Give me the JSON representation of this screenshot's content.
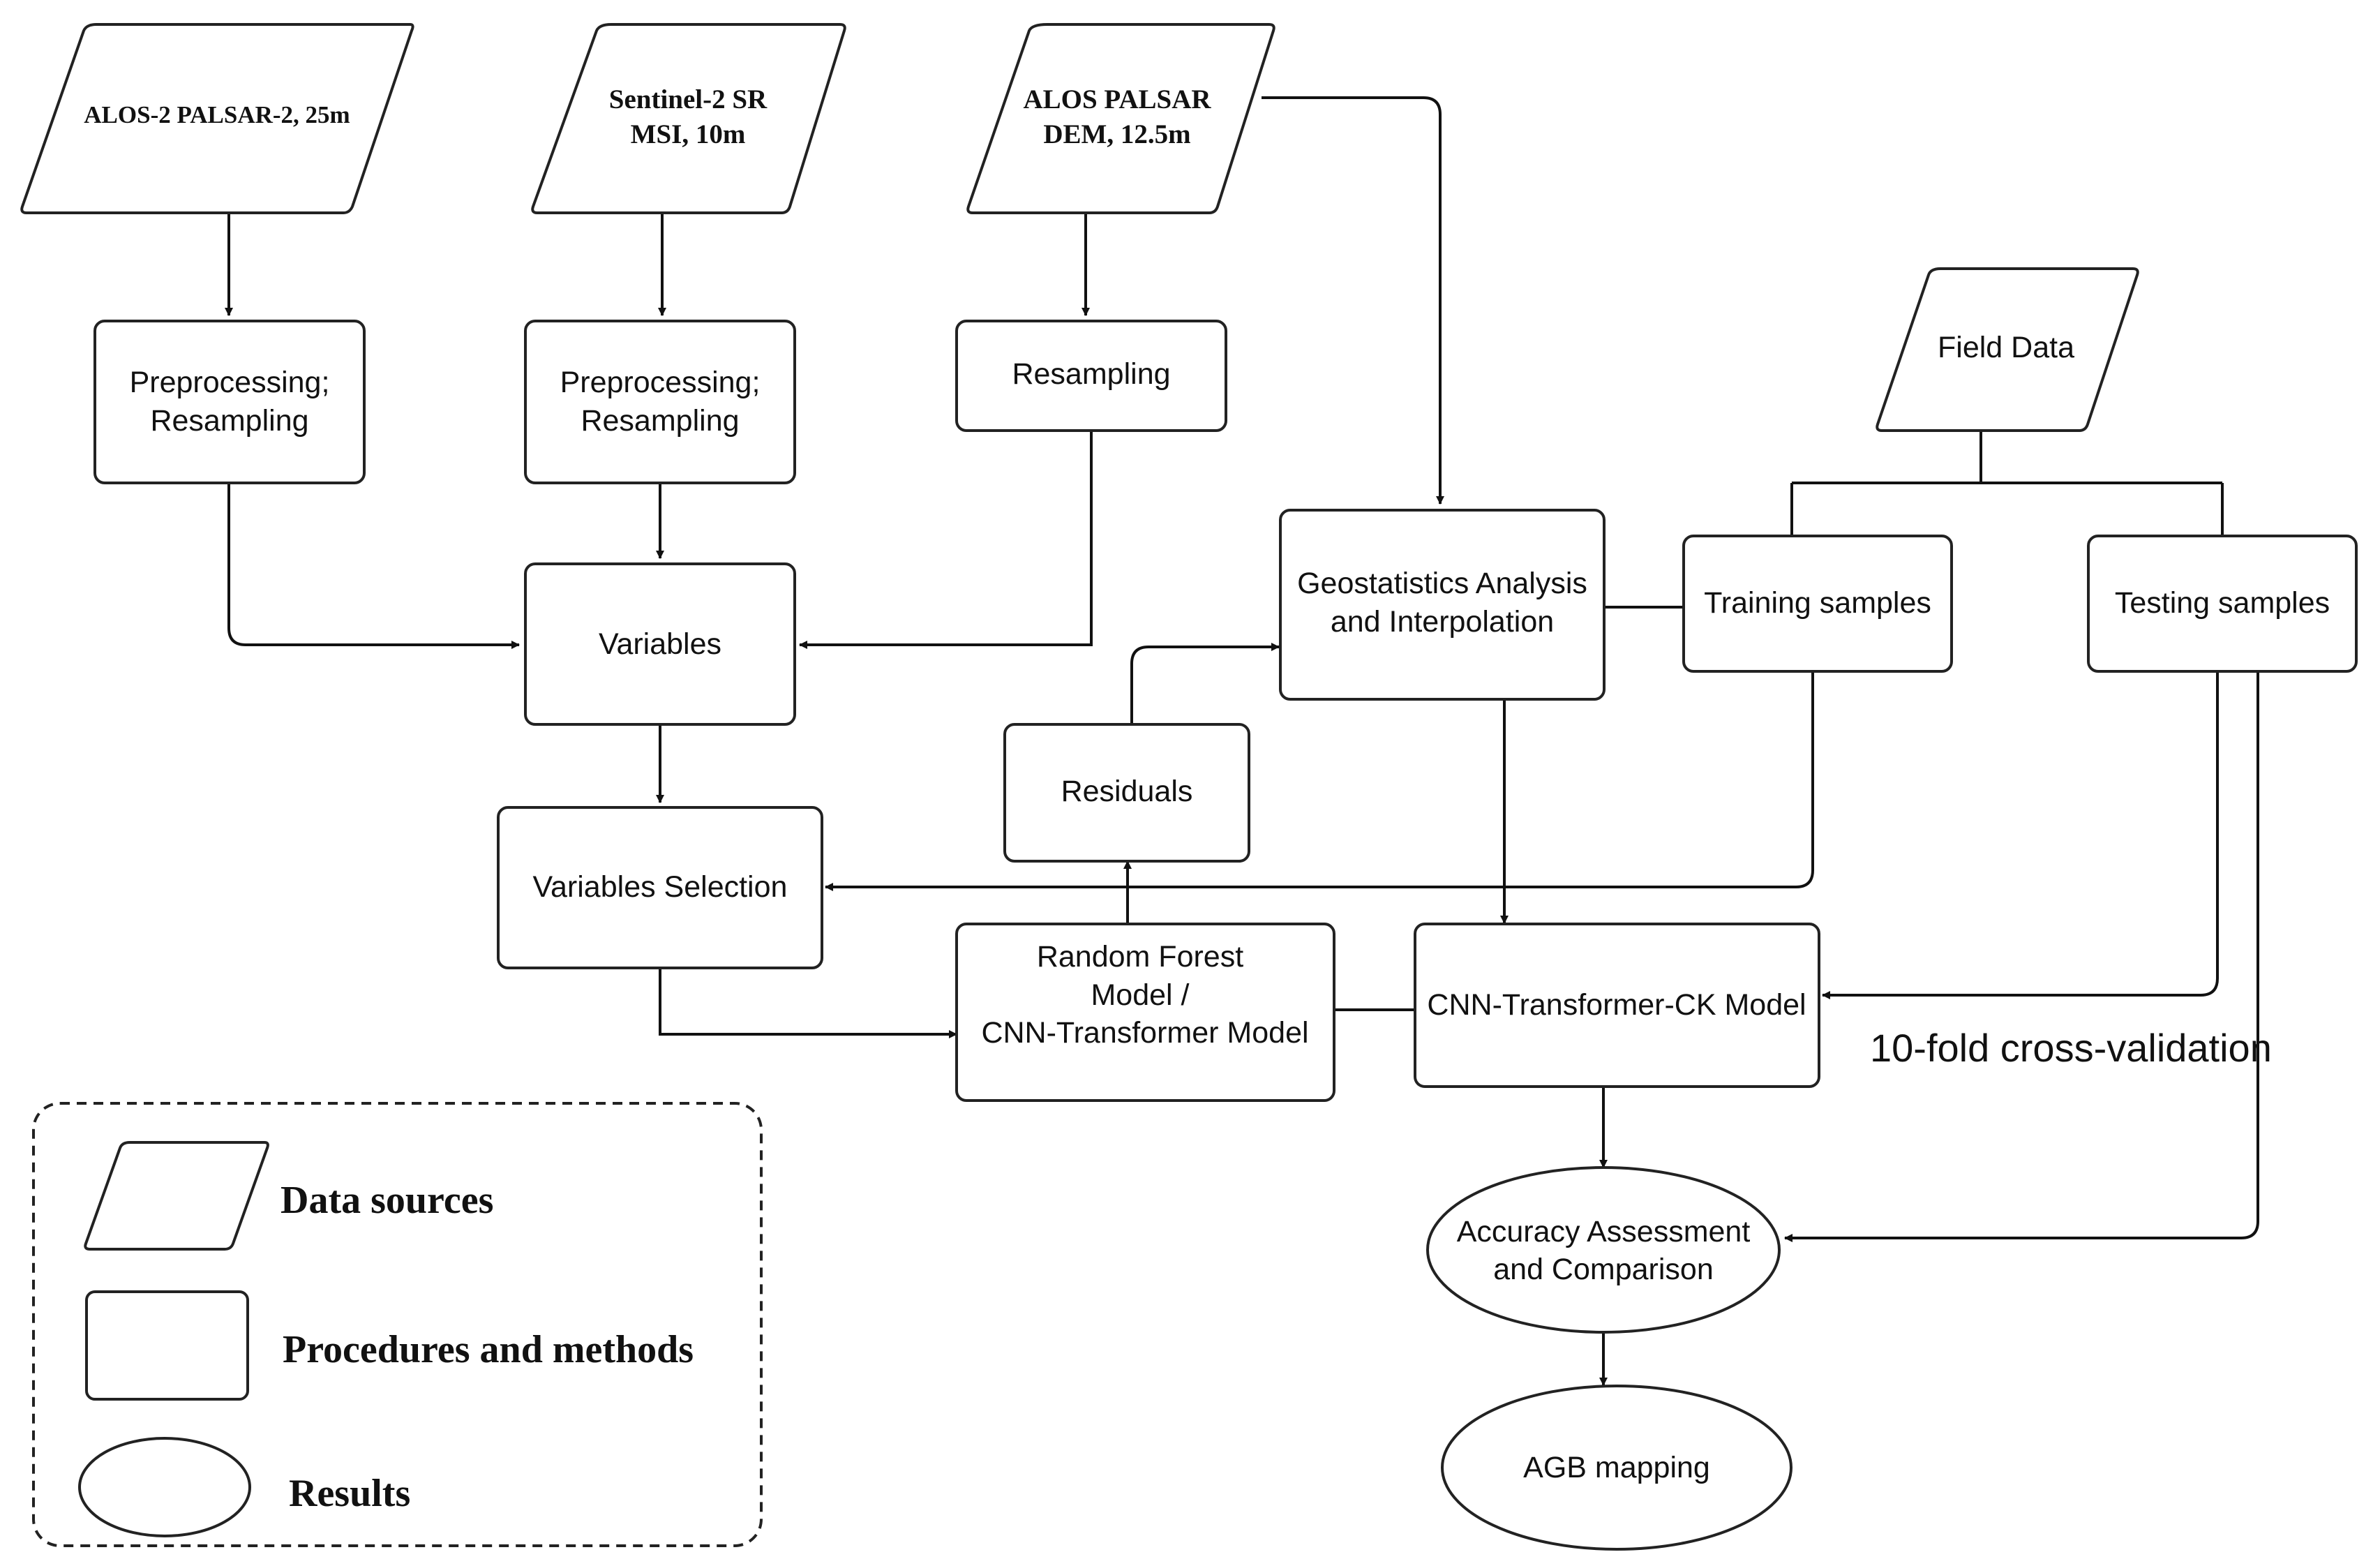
{
  "sources": {
    "alos2": {
      "line1": "ALOS-2 PALSAR-2, 25m"
    },
    "sentinel": {
      "line1": "Sentinel-2 SR",
      "line2": "MSI, 10m"
    },
    "dem": {
      "line1": "ALOS PALSAR",
      "line2": "DEM, 12.5m"
    },
    "field": {
      "line1": "Field Data"
    }
  },
  "processes": {
    "prep1": {
      "line1": "Preprocessing;",
      "line2": "Resampling"
    },
    "prep2": {
      "line1": "Preprocessing;",
      "line2": "Resampling"
    },
    "resampling": {
      "line1": "Resampling"
    },
    "variables": {
      "line1": "Variables"
    },
    "selection": {
      "line1": "Variables Selection"
    },
    "residuals": {
      "line1": "Residuals"
    },
    "rf": {
      "line1": "Random Forest",
      "line2": "Model /",
      "line3": "CNN-Transformer Model"
    },
    "geo": {
      "line1": "Geostatistics Analysis",
      "line2": "and Interpolation"
    },
    "training": {
      "line1": "Training samples"
    },
    "testing": {
      "line1": "Testing samples"
    },
    "ck": {
      "line1": "CNN-Transformer-CK Model"
    }
  },
  "results": {
    "accuracy": {
      "line1": "Accuracy Assessment",
      "line2": "and Comparison"
    },
    "agb": {
      "line1": "AGB mapping"
    }
  },
  "annotation": {
    "crossval": "10-fold cross-validation"
  },
  "legend": {
    "data_sources": "Data sources",
    "procedures": "Procedures and methods",
    "results": "Results"
  }
}
